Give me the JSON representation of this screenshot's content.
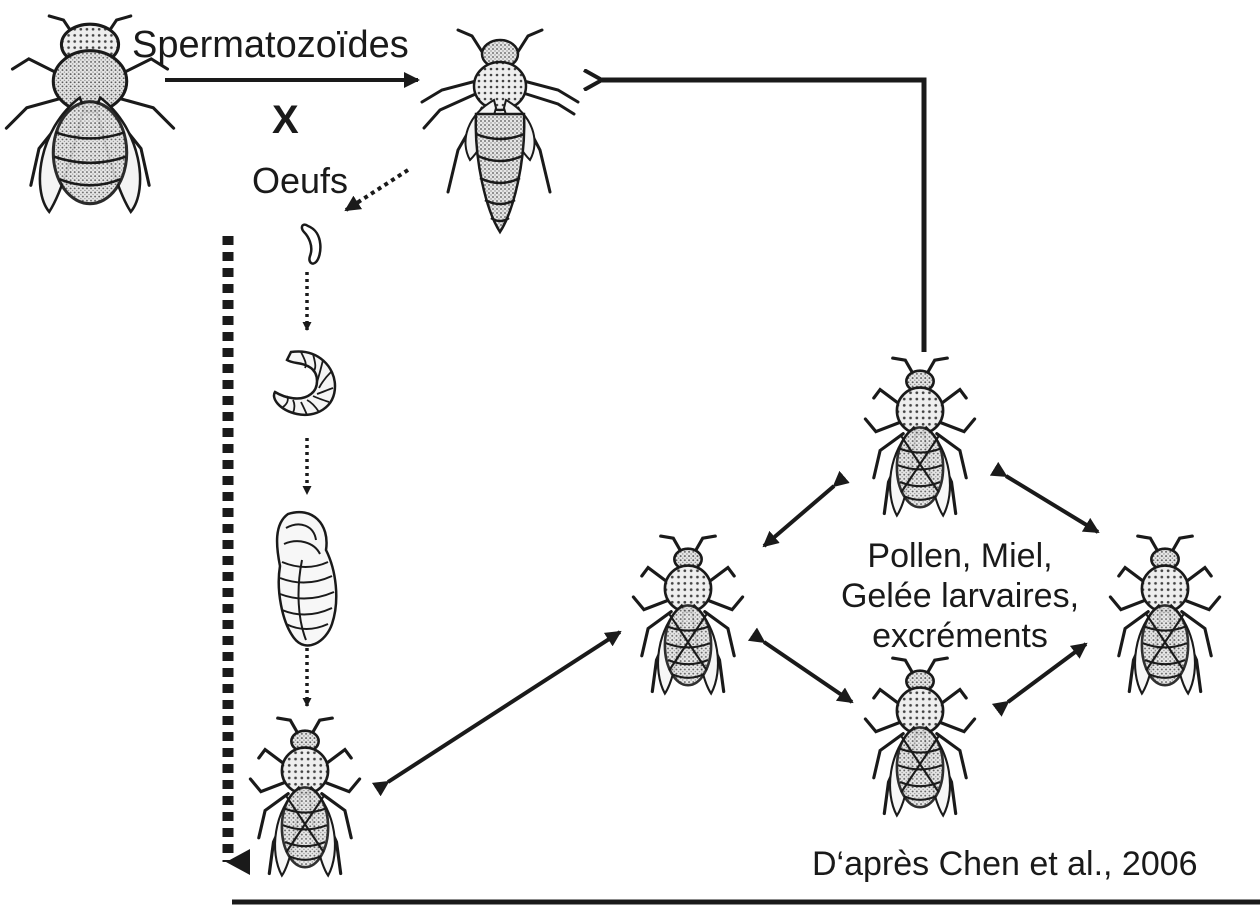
{
  "labels": {
    "spermatozoa": "Spermatozoïdes",
    "cross": "X",
    "eggs": "Oeufs",
    "nutrients": [
      "Pollen, Miel,",
      "Gelée larvaires,",
      "excréments"
    ],
    "citation": "D‘après Chen et al., 2006"
  },
  "figures": {
    "drone": "drone-bee-icon",
    "queen": "queen-bee-icon",
    "egg": "egg-icon",
    "larva": "larva-icon",
    "pupa": "pupa-icon",
    "new_worker": "young-worker-bee-icon",
    "workers": [
      "worker-bee-icon",
      "worker-bee-icon",
      "worker-bee-icon",
      "worker-bee-icon"
    ]
  },
  "colors": {
    "ink": "#1a1a1a",
    "background": "#ffffff"
  }
}
